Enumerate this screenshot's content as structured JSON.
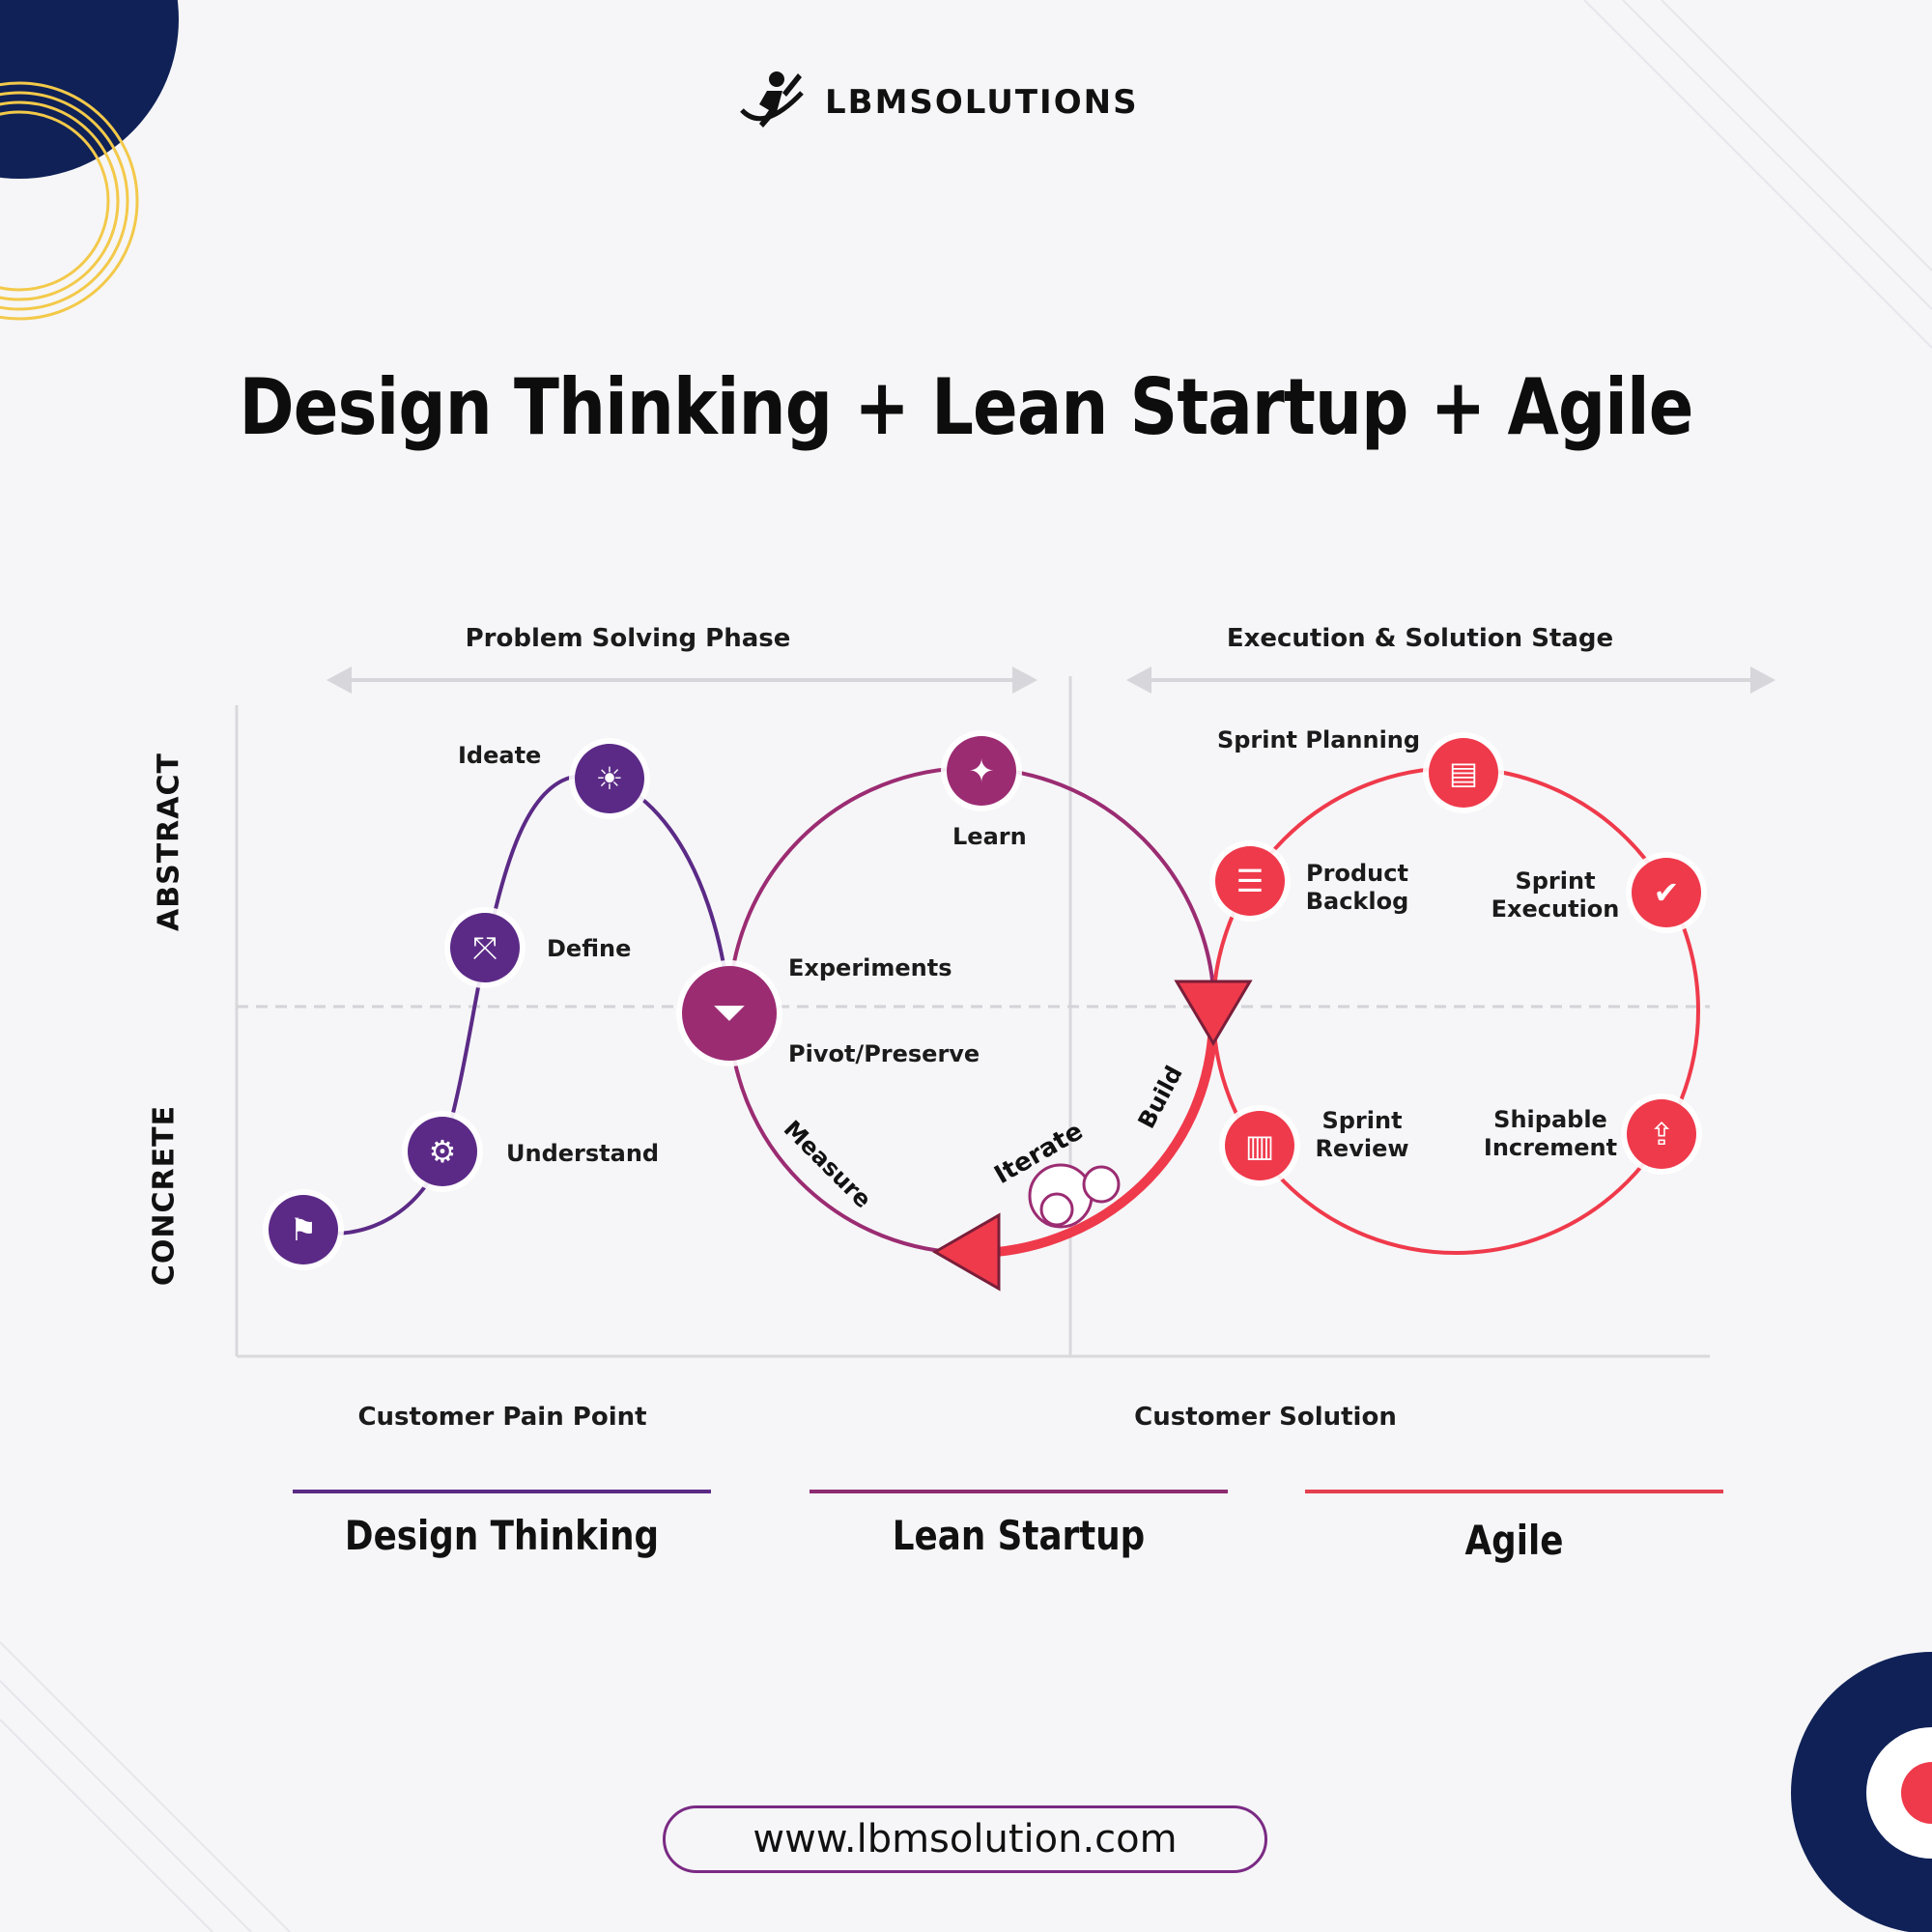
{
  "brand": {
    "name": "LBMSOLUTIONS"
  },
  "title": "Design Thinking + Lean Startup + Agile",
  "phases": {
    "left": "Problem Solving Phase",
    "right": "Execution & Solution Stage"
  },
  "axis": {
    "top": "ABSTRACT",
    "bottom": "CONCRETE",
    "left_bottom": "Customer Pain Point",
    "right_bottom": "Customer Solution"
  },
  "design_thinking": {
    "steps": [
      "Understand",
      "Define",
      "Ideate"
    ]
  },
  "lean_startup": {
    "learn": "Learn",
    "experiments": "Experiments",
    "pivot": "Pivot/Preserve",
    "measure": "Measure",
    "iterate": "Iterate",
    "build": "Build"
  },
  "agile": {
    "sprint_planning": "Sprint Planning",
    "product_backlog": [
      "Product",
      "Backlog"
    ],
    "sprint_execution": [
      "Sprint",
      "Execution"
    ],
    "sprint_review": [
      "Sprint",
      "Review"
    ],
    "shipable_increment": [
      "Shipable",
      "Increment"
    ]
  },
  "legend": [
    {
      "label": "Design Thinking",
      "color": "#5b2a86"
    },
    {
      "label": "Lean Startup",
      "color": "#8e2c72"
    },
    {
      "label": "Agile",
      "color": "#e4404f"
    }
  ],
  "url": "www.lbmsolution.com",
  "colors": {
    "purple": "#5b2a86",
    "magenta": "#9b2c72",
    "red": "#ef3a4b",
    "navy": "#0f2157",
    "gold": "#f3c94a"
  },
  "icons": {
    "flag": "flag-icon",
    "understand": "head-gear-icon",
    "define": "split-arrow-icon",
    "ideate": "lightbulb-icon",
    "learn": "book-brain-icon",
    "experiments": "funnel-icon",
    "planning": "clipboard-icon",
    "backlog": "list-icon",
    "execution": "thumbs-up-icon",
    "review": "chart-screen-icon",
    "increment": "box-upload-icon"
  }
}
